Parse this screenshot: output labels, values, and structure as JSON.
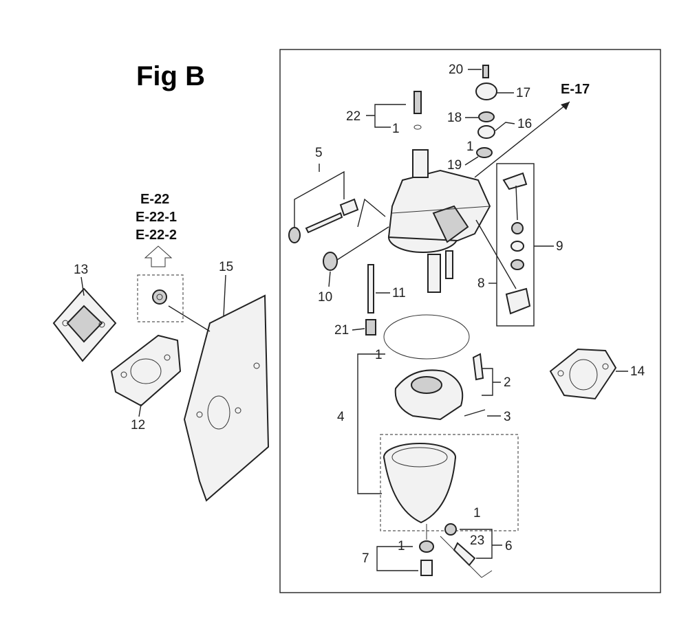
{
  "figure": {
    "title": "Fig B"
  },
  "references": {
    "e17": "E-17",
    "e22": "E-22",
    "e22_1": "E-22-1",
    "e22_2": "E-22-2"
  },
  "callouts": {
    "n1a": "1",
    "n1b": "1",
    "n1c": "1",
    "n1d": "1",
    "n1e": "1",
    "n2": "2",
    "n3": "3",
    "n4": "4",
    "n5": "5",
    "n6": "6",
    "n7": "7",
    "n8": "8",
    "n9": "9",
    "n10": "10",
    "n11": "11",
    "n12": "12",
    "n13": "13",
    "n14": "14",
    "n15": "15",
    "n16": "16",
    "n17": "17",
    "n18": "18",
    "n19": "19",
    "n20": "20",
    "n21": "21",
    "n22": "22",
    "n23": "23"
  }
}
